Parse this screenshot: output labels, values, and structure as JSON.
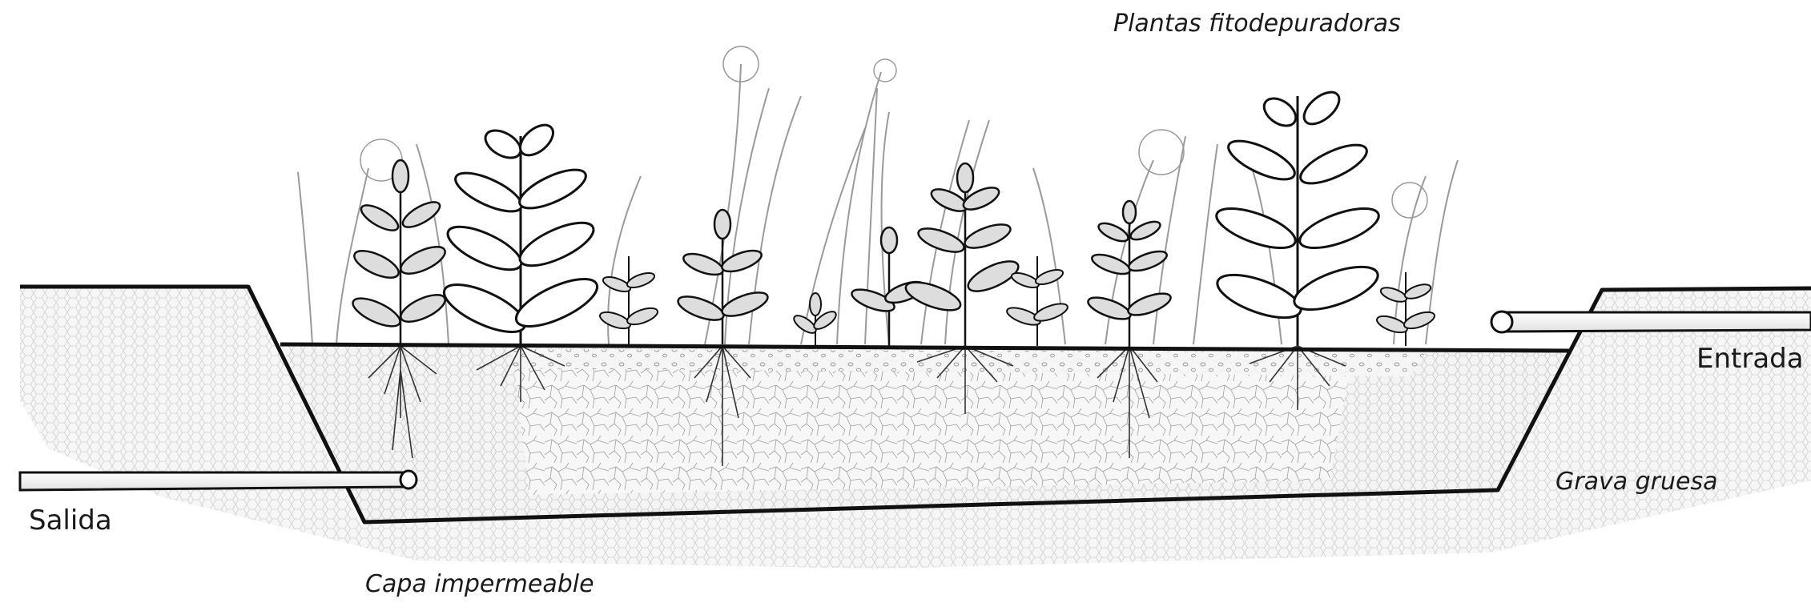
{
  "labels": {
    "plants": "Plantas fitodepuradoras",
    "inlet": "Entrada",
    "outlet": "Salida",
    "gravel": "Grava gruesa",
    "liner": "Capa impermeable"
  },
  "colors": {
    "outline": "#111111",
    "hatch": "#bdbdbd",
    "gravel_fill": "#f2f2f2",
    "ground_fill": "#e9e9e9",
    "leaf_fill": "#ffffff",
    "background_plants": "#9a9a9a"
  }
}
